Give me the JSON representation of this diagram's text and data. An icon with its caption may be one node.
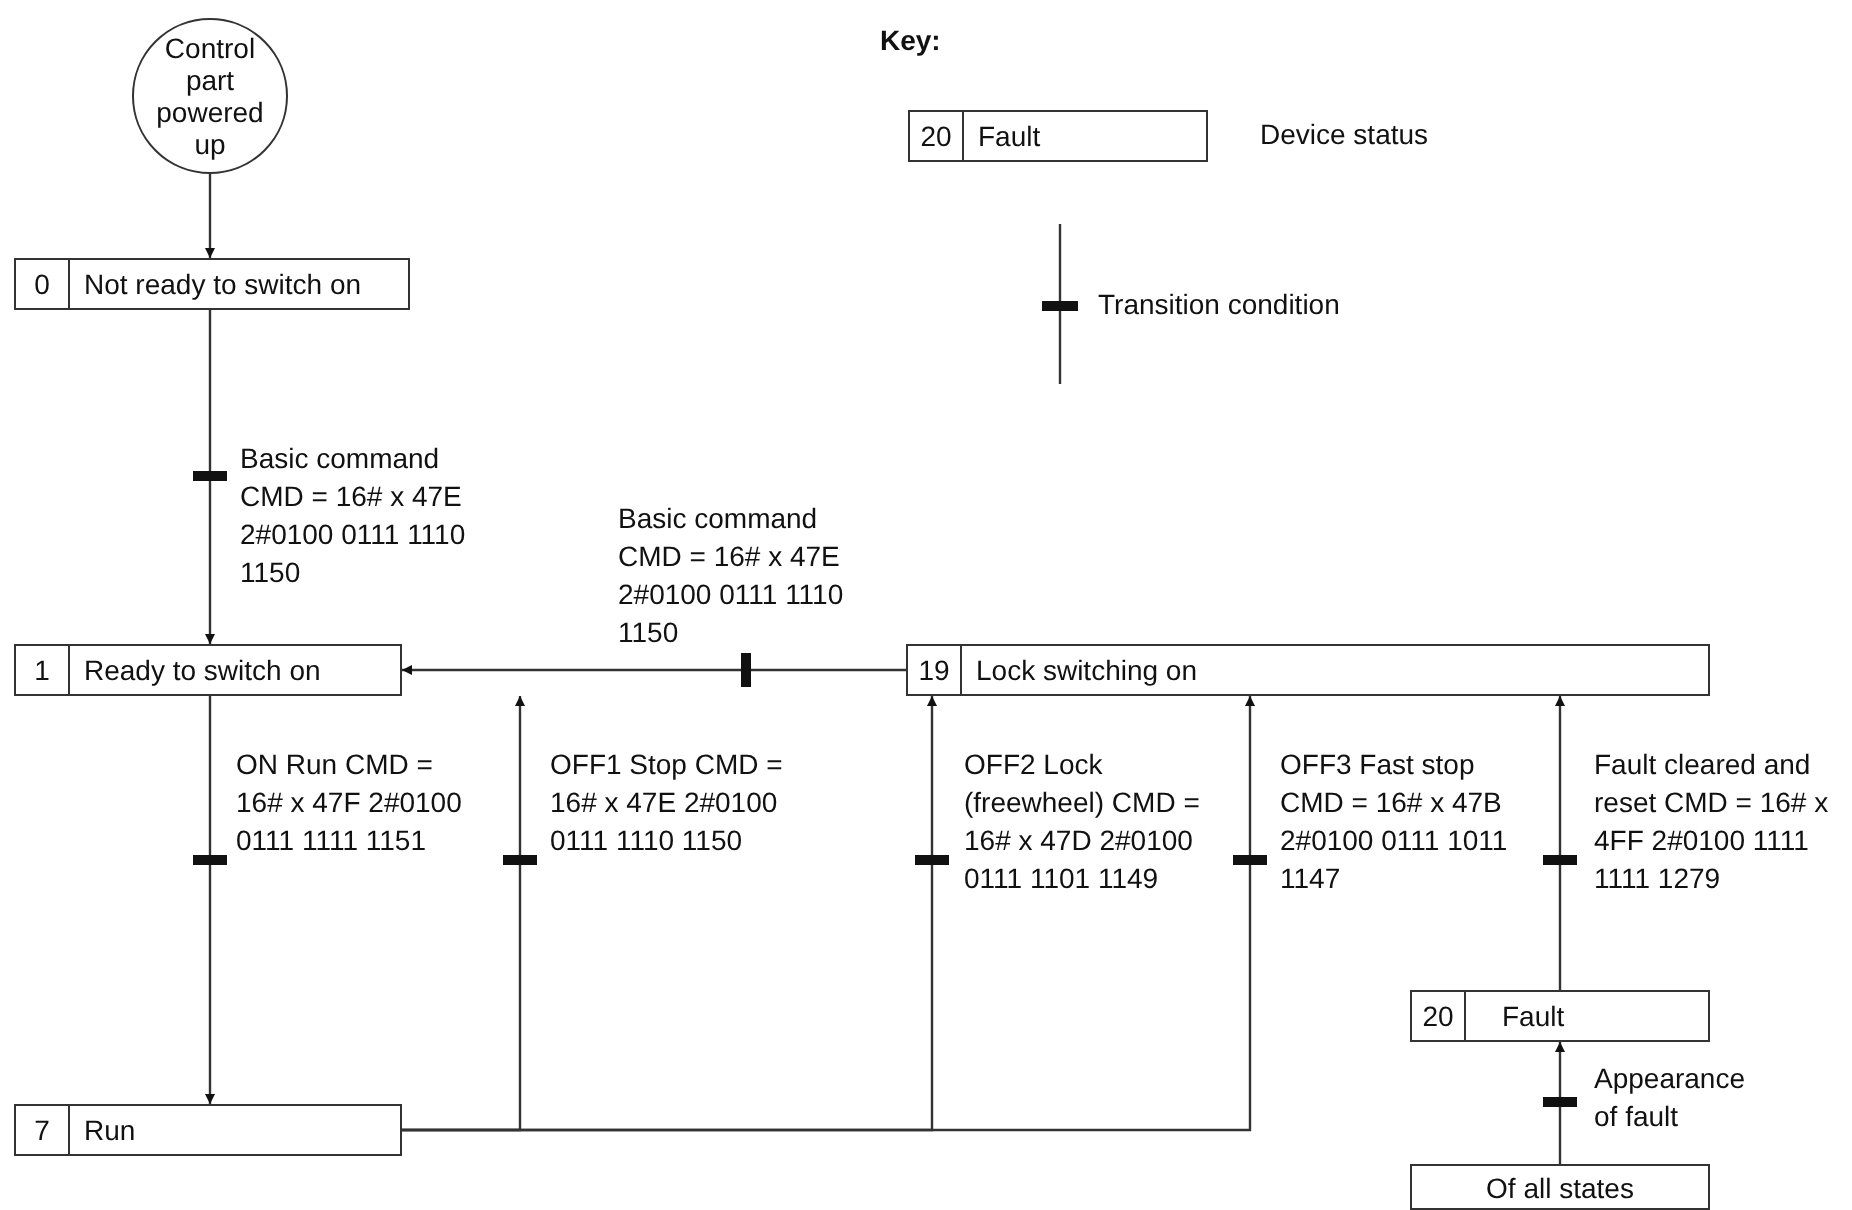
{
  "diagram": {
    "nodes": [
      {
        "text": [
          "Control part powered up"
        ]
      },
      {
        "text": [
          "0",
          "Not ready to switch on"
        ]
      },
      {
        "text": [
          "1",
          "Ready to switch on"
        ]
      },
      {
        "text": [
          "19",
          "Lock switching on"
        ]
      },
      {
        "text": [
          "7",
          "Run"
        ]
      },
      {
        "text": [
          "20",
          "Fault"
        ]
      },
      {
        "text": [
          "Of all states"
        ]
      },
      {
        "text": [
          "20",
          "Fault"
        ],
        "beside": [
          "Device status"
        ]
      }
    ],
    "edges": [
      {
        "from": 0,
        "to": 1,
        "arrow": "to"
      },
      {
        "from": 1,
        "to": 2,
        "arrow": "to",
        "label": "Basic command CMD = 16# x 47E 2#0100 0111 1110 1150"
      },
      {
        "from": 3,
        "to": 2,
        "arrow": "to",
        "label": "Basic command CMD = 16# x 47E 2#0100 0111 1110 1150"
      },
      {
        "from": 2,
        "to": 4,
        "arrow": "to",
        "label": "ON Run CMD = 16# x 47F 2#0100 0111 1111 1151"
      },
      {
        "from": 4,
        "to": 2,
        "arrow": "to",
        "label": "OFF1 Stop CMD = 16# x 47E 2#0100 0111 1110 1150"
      },
      {
        "from": 4,
        "to": 3,
        "arrow": "to",
        "label": "OFF2 Lock (freewheel) CMD = 16# x 47D 2#0100 0111 1101 1149"
      },
      {
        "from": 4,
        "to": 3,
        "arrow": "to",
        "label": "OFF3 Fast stop CMD = 16# x 47B 2#0100 0111 1011 1147"
      },
      {
        "from": 5,
        "to": 3,
        "arrow": "to",
        "label": "Fault cleared and reset CMD = 16# x 4FF 2#0100 1111 1111 1279"
      },
      {
        "from": 6,
        "to": 5,
        "arrow": "to",
        "label": "Appearance of fault"
      }
    ],
    "labels": [
      "Key:"
    ],
    "legend": [
      {
        "text": "Transition condition"
      }
    ]
  }
}
